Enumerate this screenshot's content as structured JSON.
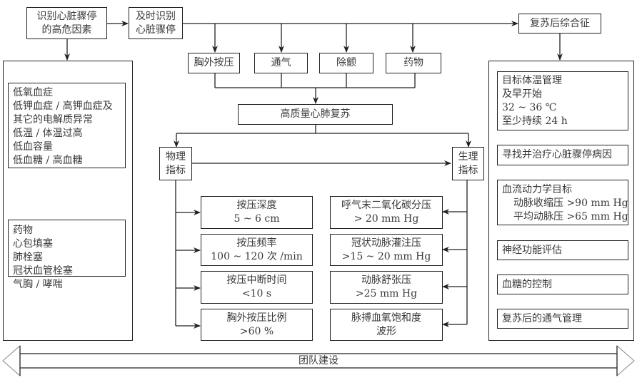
{
  "top": {
    "risk_factors": [
      "识别心脏骤停",
      "的高危因素"
    ],
    "recognize": [
      "及时识别",
      "心脏骤停"
    ],
    "post_syndrome": "复苏后综合征"
  },
  "interventions": [
    "胸外按压",
    "通气",
    "除颤",
    "药物"
  ],
  "hq_cpr": "高质量心肺复苏",
  "physical_indicators": [
    "物理",
    "指标"
  ],
  "physiological_indicators": [
    "生理",
    "指标"
  ],
  "physical_items": [
    {
      "title": "按压深度",
      "value": "5 ~ 6 cm"
    },
    {
      "title": "按压频率",
      "value": "100 ~ 120 次 /min"
    },
    {
      "title": "按压中断时间",
      "value": "<10 s"
    },
    {
      "title": "胸外按压比例",
      "value": ">60 %"
    }
  ],
  "physiological_items": [
    {
      "title": "呼气末二氧化碳分压",
      "value": "> 20 mm Hg"
    },
    {
      "title": "冠状动脉灌注压",
      "value": ">15 ~ 20 mm Hg"
    },
    {
      "title": "动脉舒张压",
      "value": ">25 mm Hg"
    },
    {
      "title": "脉搏血氧饱和度",
      "value": "波形"
    }
  ],
  "left_panel": {
    "group1": [
      "低氧血症",
      "低钾血症 / 高钾血症及",
      "其它的电解质异常",
      "低温 / 体温过高",
      "低血容量",
      "低血糖 / 高血糖"
    ],
    "group2": [
      "药物",
      "心包填塞",
      "肺栓塞",
      "冠状血管栓塞",
      "气胸 / 哮喘"
    ]
  },
  "right_panel": {
    "ttm": [
      "目标体温管理",
      "及早开始",
      "32 ~ 36 ℃",
      "至少持续 24 h"
    ],
    "find_cause": "寻找并治疗心脏骤停病因",
    "hemo": {
      "title": "血流动力学目标",
      "lines": [
        "动脉收缩压 >90 mm Hg",
        "平均动脉压 >65 mm Hg"
      ]
    },
    "neuro": "神经功能评估",
    "glucose": "血糖的控制",
    "ventilation": "复苏后的通气管理"
  },
  "team_building": "团队建设"
}
